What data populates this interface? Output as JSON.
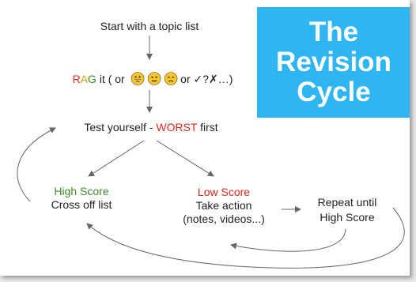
{
  "title": {
    "line1": "The",
    "line2": "Revision",
    "line3": "Cycle"
  },
  "steps": {
    "start": "Start with a topic list",
    "rag": {
      "r": "R",
      "a": "A",
      "g": "G",
      "before_emojis": " it ( or ",
      "after_emojis": " or ✓?✗…)"
    },
    "test": {
      "prefix": "Test yourself - ",
      "highlight": "WORST",
      "suffix": " first"
    },
    "high": {
      "title": "High Score",
      "text": "Cross off list"
    },
    "low": {
      "title": "Low Score",
      "line1": "Take action",
      "line2": "(notes, videos...)"
    },
    "repeat": {
      "line1": "Repeat until",
      "line2": "High Score"
    }
  },
  "emojis": [
    "grinning-face",
    "neutral-face",
    "unamused-face"
  ],
  "colors": {
    "title_bg": "#2fb6f2",
    "red": "#d8291f",
    "amber": "#e0a400",
    "green": "#3f8b2a",
    "emoji_yellow": "#f7c531"
  }
}
